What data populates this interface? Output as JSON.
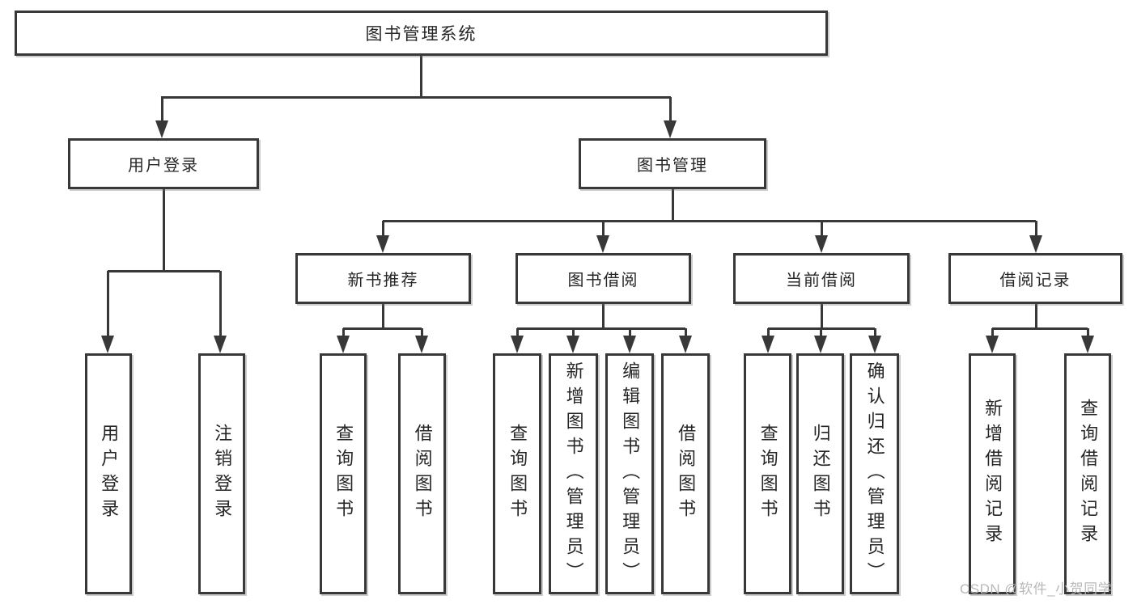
{
  "diagram": {
    "type": "hierarchy-tree",
    "tree": {
      "label": "图书管理系统",
      "children": [
        {
          "label": "用户登录",
          "children": [
            {
              "label": "用户登录"
            },
            {
              "label": "注销登录"
            }
          ]
        },
        {
          "label": "图书管理",
          "children": [
            {
              "label": "新书推荐",
              "children": [
                {
                  "label": "查询图书"
                },
                {
                  "label": "借阅图书"
                }
              ]
            },
            {
              "label": "图书借阅",
              "children": [
                {
                  "label": "查询图书"
                },
                {
                  "label": "新增图书（管理员）"
                },
                {
                  "label": "编辑图书（管理员）"
                },
                {
                  "label": "借阅图书"
                }
              ]
            },
            {
              "label": "当前借阅",
              "children": [
                {
                  "label": "查询图书"
                },
                {
                  "label": "归还图书"
                },
                {
                  "label": "确认归还（管理员）"
                }
              ]
            },
            {
              "label": "借阅记录",
              "children": [
                {
                  "label": "新增借阅记录"
                },
                {
                  "label": "查询借阅记录"
                }
              ]
            }
          ]
        }
      ]
    },
    "colors": {
      "line": "#383838",
      "box_background": "#ffffff",
      "text": "#262626",
      "watermark": "#b9b9b9"
    }
  },
  "watermark": "CSDN @软件_小贺同学"
}
